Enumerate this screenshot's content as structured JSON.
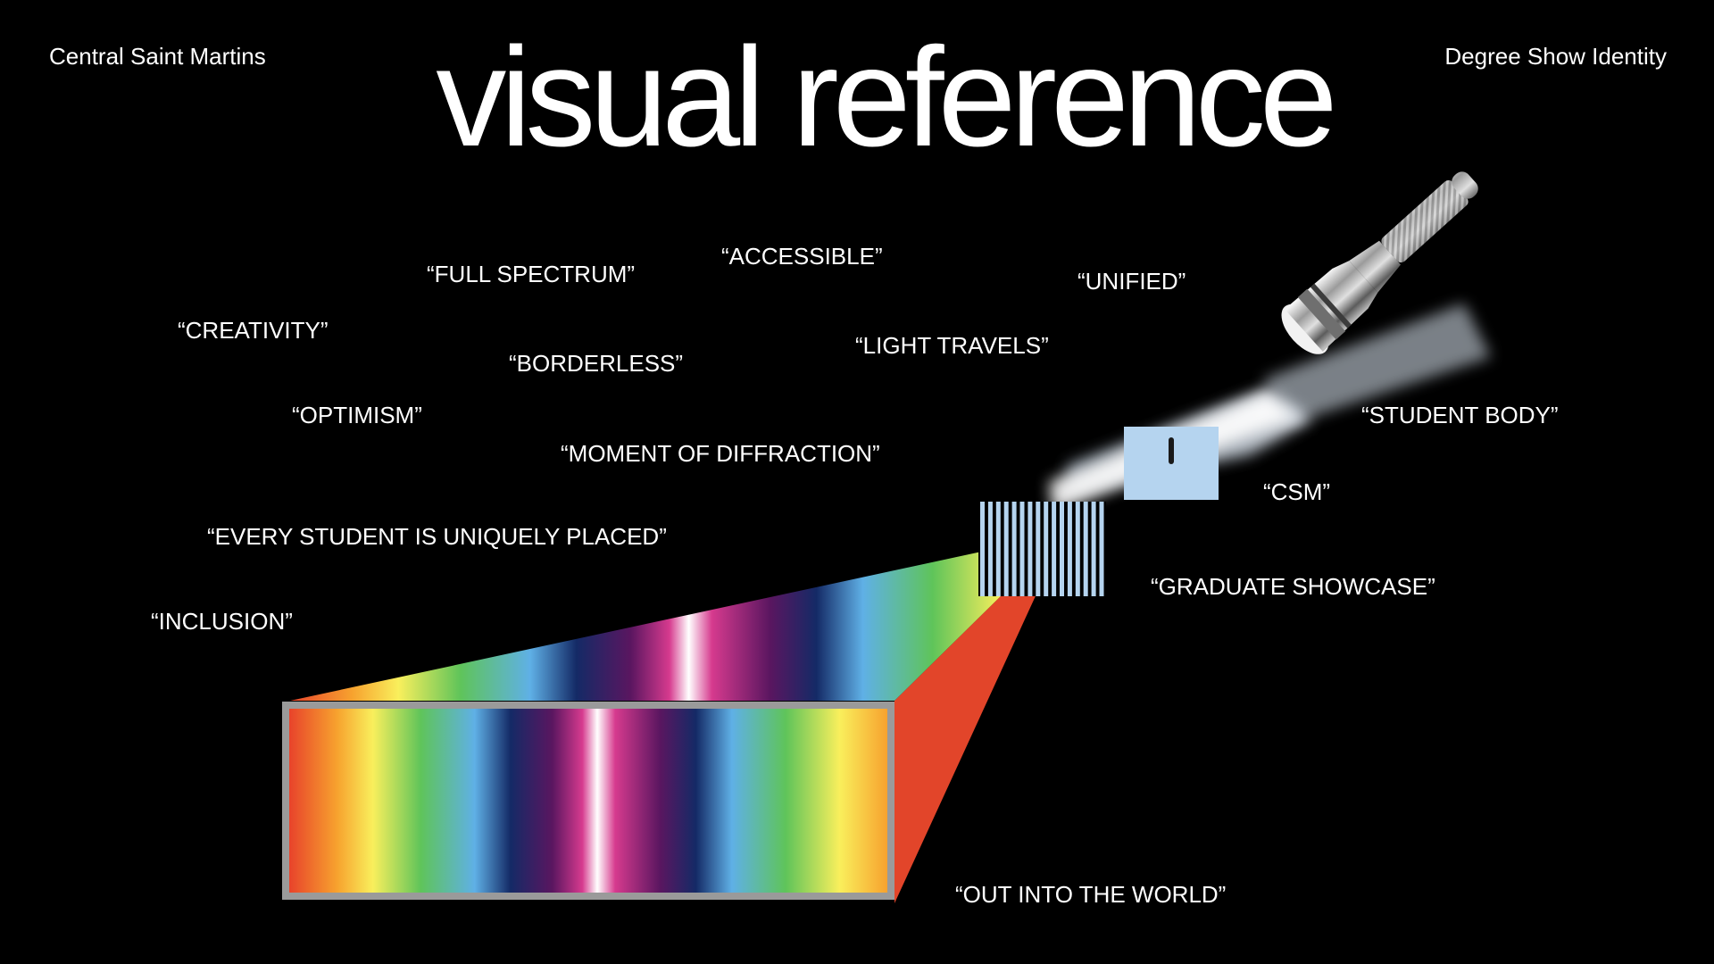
{
  "header": {
    "left": "Central Saint Martins",
    "right": "Degree Show Identity",
    "title": "visual reference"
  },
  "words": {
    "accessible": "“ACCESSIBLE”",
    "full_spectrum": "“FULL SPECTRUM”",
    "unified": "“UNIFIED”",
    "creativity": "“CREATIVITY”",
    "borderless": "“BORDERLESS”",
    "light_travels": "“LIGHT TRAVELS”",
    "optimism": "“OPTIMISM”",
    "student_body": "“STUDENT BODY”",
    "moment_of_diffraction": "“MOMENT OF DIFFRACTION”",
    "csm": "“CSM”",
    "every_student": "“EVERY STUDENT IS UNIQUELY PLACED”",
    "graduate_showcase": "“GRADUATE SHOWCASE”",
    "inclusion": "“INCLUSION”",
    "out_into_the_world": "“OUT INTO THE WORLD”"
  },
  "colors": {
    "background": "#000000",
    "text": "#ffffff",
    "slit_panel": "#b5d4ef",
    "screen_frame": "#9a9a9a",
    "red_beam": "#e2452a"
  },
  "icons": {
    "torch": "flashlight-icon"
  }
}
